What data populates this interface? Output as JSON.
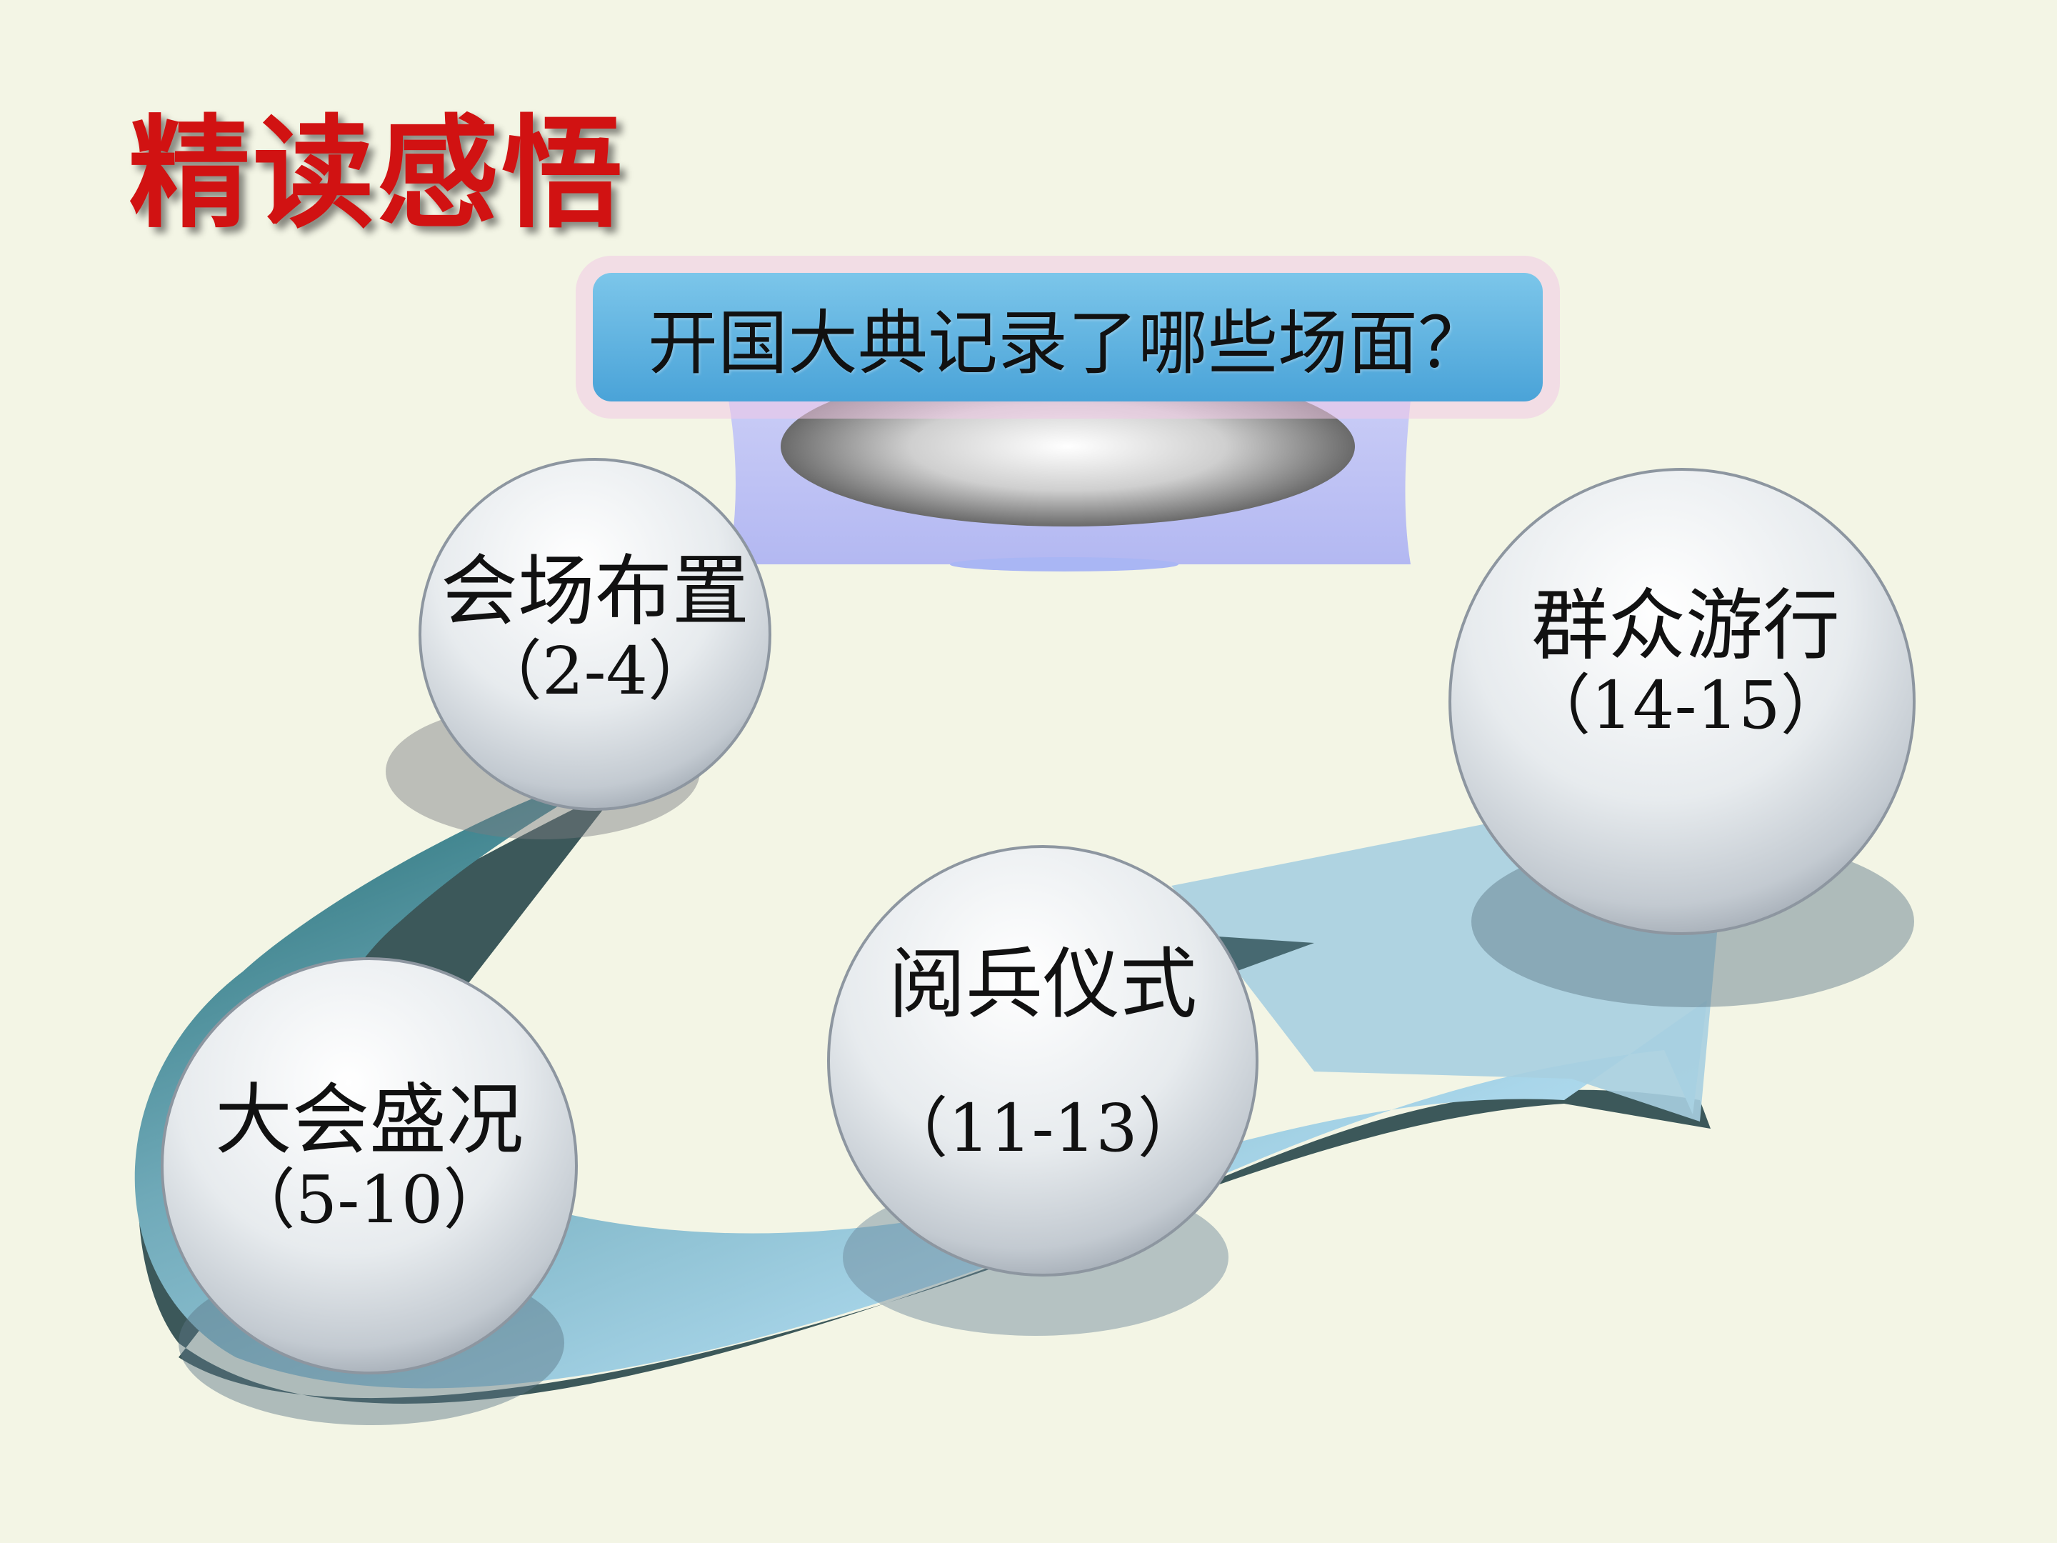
{
  "title": "精读感悟",
  "question": "开国大典记录了哪些场面？",
  "nodes": [
    {
      "name": "会场布置",
      "range": "（2-4）"
    },
    {
      "name": "大会盛况",
      "range": "（5-10）"
    },
    {
      "name": "阅兵仪式",
      "range": "（11-13）"
    },
    {
      "name": "群众游行",
      "range": "（14-15）"
    }
  ],
  "colors": {
    "background": "#f3f5e5",
    "title": "#d11212",
    "banner": "#5ab1e0",
    "arrow_dark": "#1f6a70",
    "arrow_light": "#c7eafb",
    "sphere_edge": "#9aa3ad"
  }
}
